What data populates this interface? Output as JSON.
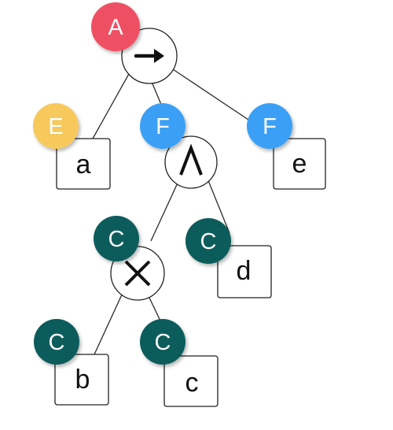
{
  "colors": {
    "A": "#ef5064",
    "E": "#f7c85b",
    "F": "#3aa0f5",
    "C": "#0d5b5c"
  },
  "nodes": {
    "root": {
      "icon": "right-arrow-icon",
      "badge": "A"
    },
    "leaf_a": {
      "label": "a",
      "badge": "E"
    },
    "and_op": {
      "icon": "logical-and-icon",
      "badge": "F"
    },
    "leaf_e": {
      "label": "e",
      "badge": "F"
    },
    "times_op": {
      "icon": "times-icon",
      "badge": "C"
    },
    "leaf_d": {
      "label": "d",
      "badge": "C"
    },
    "leaf_b": {
      "label": "b",
      "badge": "C"
    },
    "leaf_c": {
      "label": "c",
      "badge": "C"
    }
  }
}
